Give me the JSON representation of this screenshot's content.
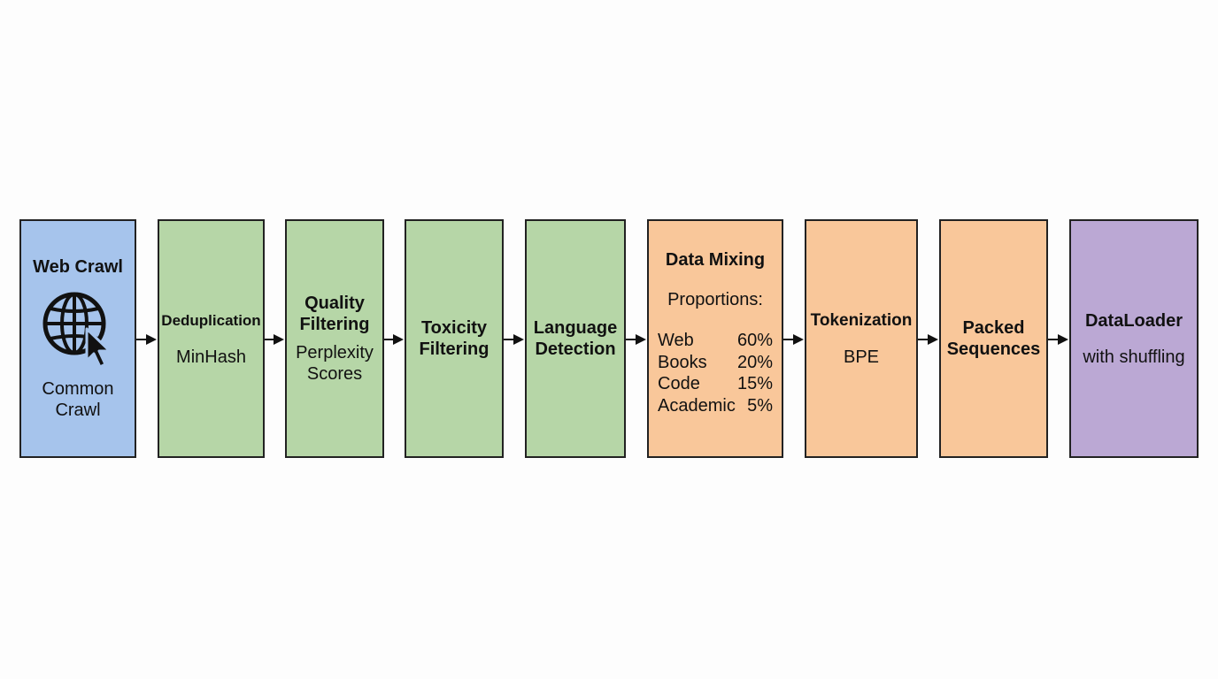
{
  "stages": {
    "web_crawl": {
      "title": "Web Crawl",
      "icon": "globe-cursor-icon",
      "subtitle": "Common Crawl"
    },
    "dedup": {
      "title": "Deduplication",
      "subtitle": "MinHash"
    },
    "quality": {
      "title": "Quality Filtering",
      "subtitle": "Perplexity Scores"
    },
    "toxicity": {
      "title": "Toxicity Filtering"
    },
    "language": {
      "title": "Language Detection"
    },
    "mixing": {
      "title": "Data Mixing",
      "header": "Proportions:",
      "rows": [
        {
          "label": "Web",
          "value": "60%"
        },
        {
          "label": "Books",
          "value": "20%"
        },
        {
          "label": "Code",
          "value": "15%"
        },
        {
          "label": "Academic",
          "value": "5%"
        }
      ]
    },
    "tokenization": {
      "title": "Tokenization",
      "subtitle": "BPE"
    },
    "packed": {
      "title": "Packed Sequences"
    },
    "dataloader": {
      "title": "DataLoader",
      "subtitle": "with shuffling"
    }
  },
  "colors": {
    "source": "#a6c4ec",
    "filtering": "#b6d6a7",
    "mixing": "#f9c79a",
    "loading": "#bba8d4",
    "border": "#222222"
  }
}
